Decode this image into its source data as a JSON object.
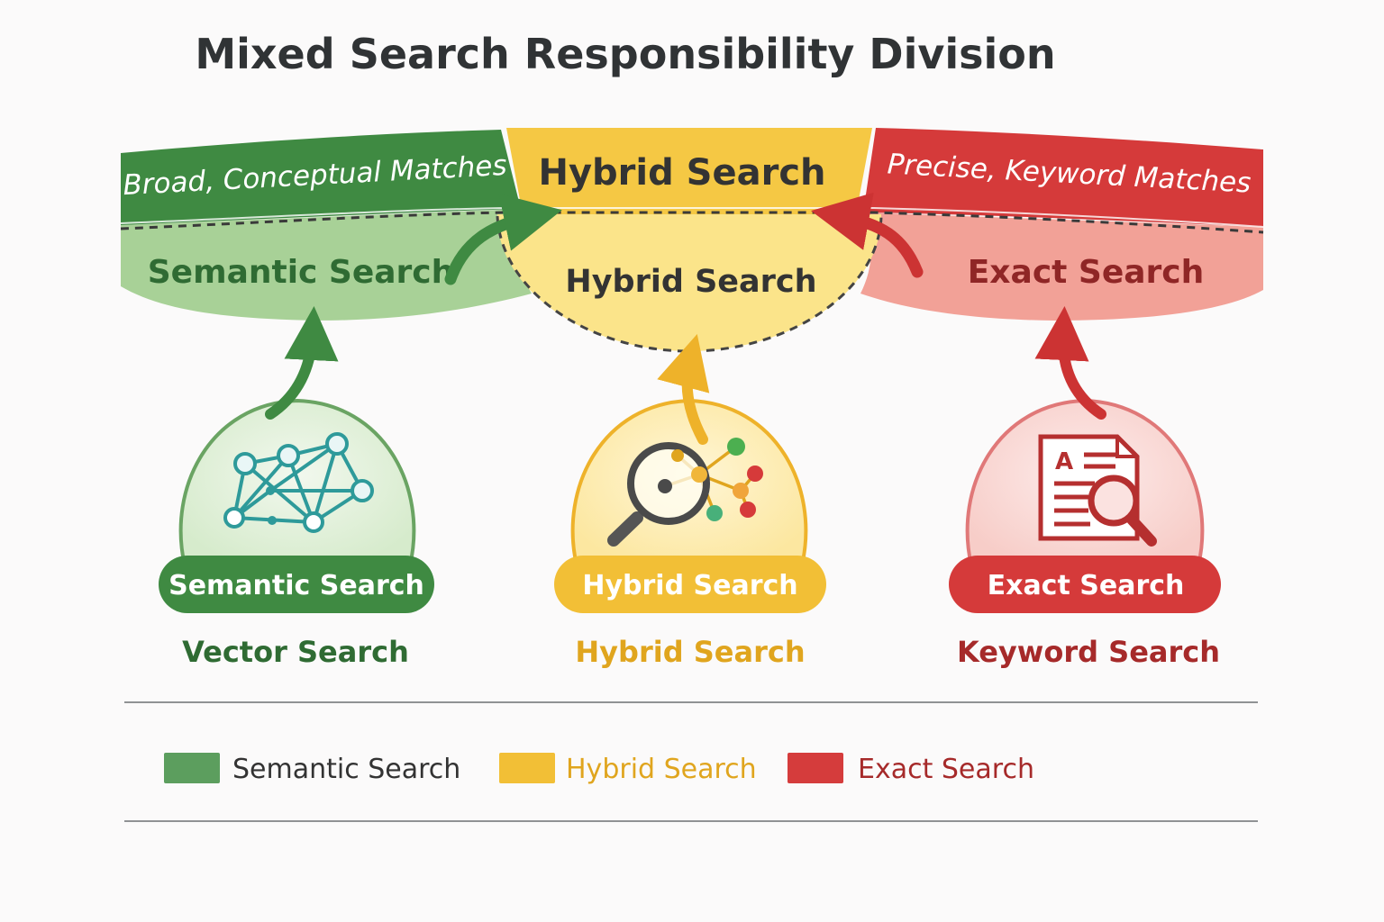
{
  "title": "Mixed Search Responsibility Division",
  "top_band": {
    "left": {
      "label": "Broad, Conceptual Matches"
    },
    "center": {
      "label": "Hybrid Search"
    },
    "right": {
      "label": "Precise, Keyword Matches"
    }
  },
  "middle_band": {
    "left": {
      "label": "Semantic Search"
    },
    "center": {
      "label": "Hybrid Search"
    },
    "right": {
      "label": "Exact Search"
    }
  },
  "pillars": [
    {
      "badge": "Semantic Search",
      "caption": "Vector Search",
      "icon": "network-graph-icon"
    },
    {
      "badge": "Hybrid Search",
      "caption": "Hybrid Search",
      "icon": "magnifier-graph-icon"
    },
    {
      "badge": "Exact Search",
      "caption": "Keyword Search",
      "icon": "document-search-icon"
    }
  ],
  "legend": [
    {
      "label": "Semantic Search",
      "color": "#5c9e5e"
    },
    {
      "label": "Hybrid Search",
      "color": "#f2bf36"
    },
    {
      "label": "Exact Search",
      "color": "#d53c3c"
    }
  ],
  "colors": {
    "green_dark": "#3f8a42",
    "green_light": "#a8d197",
    "green_text": "#2f6b33",
    "yellow": "#f5c844",
    "yellow_light": "#fbe48a",
    "yellow_text": "#e0a51e",
    "red_dark": "#d53a3a",
    "red_light": "#f2a197",
    "red_text": "#a62a2a",
    "title": "#303335"
  }
}
